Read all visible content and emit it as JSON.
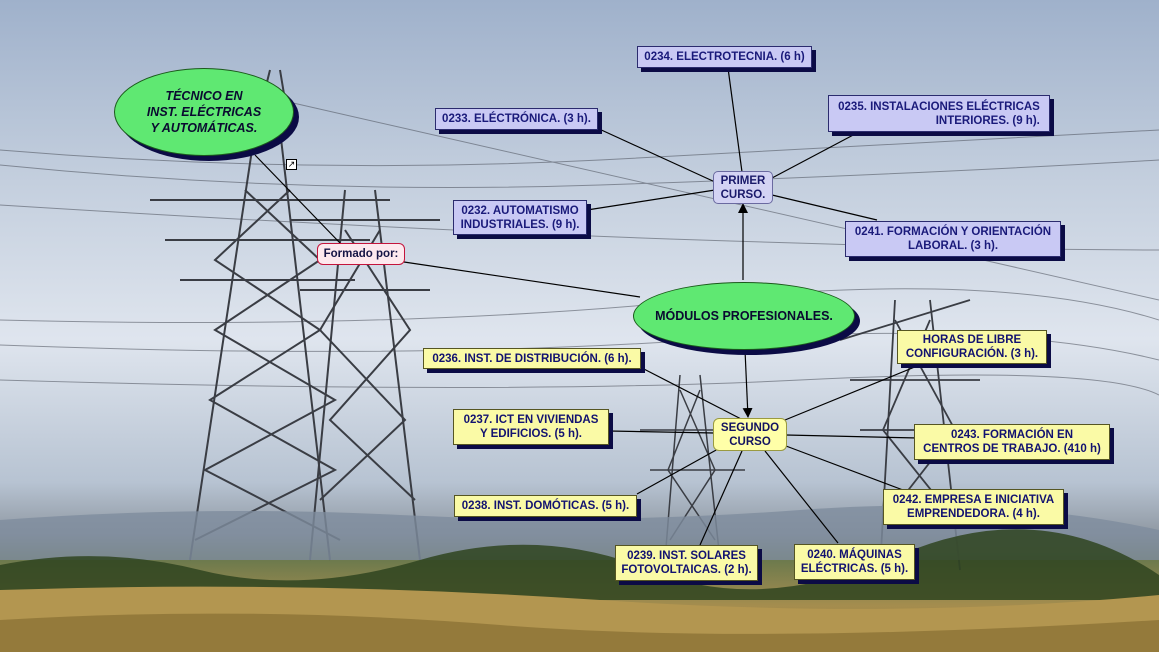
{
  "concept_map": {
    "main_topic": {
      "line1": "TÉCNICO EN",
      "line2": "INST. ELÉCTRICAS",
      "line3": "Y AUTOMÁTICAS."
    },
    "link_label": "Formado por:",
    "modulos": "MÓDULOS PROFESIONALES.",
    "primer": {
      "line1": "PRIMER",
      "line2": "CURSO."
    },
    "segundo": {
      "line1": "SEGUNDO",
      "line2": "CURSO"
    },
    "primer_items": [
      {
        "line1": "0234. ELECTROTECNIA. (6 h)"
      },
      {
        "line1": "0233. ELÉCTRÓNICA. (3 h)."
      },
      {
        "line1": "0235. INSTALACIONES ELÉCTRICAS",
        "line2": "INTERIORES. (9 h)."
      },
      {
        "line1": "0232. AUTOMATISMO",
        "line2": "INDUSTRIALES. (9 h)."
      },
      {
        "line1": "0241. FORMACIÓN Y ORIENTACIÓN",
        "line2": "LABORAL. (3 h)."
      }
    ],
    "segundo_items": [
      {
        "line1": "0236. INST. DE DISTRIBUCIÓN. (6 h)."
      },
      {
        "line1": "HORAS DE LIBRE",
        "line2": "CONFIGURACIÓN. (3 h)."
      },
      {
        "line1": "0237. ICT EN VIVIENDAS",
        "line2": "Y EDIFICIOS. (5 h)."
      },
      {
        "line1": "0243. FORMACIÓN EN",
        "line2": "CENTROS DE TRABAJO. (410 h)"
      },
      {
        "line1": "0238. INST. DOMÓTICAS. (5 h)."
      },
      {
        "line1": "0242. EMPRESA E INICIATIVA",
        "line2": "EMPRENDEDORA. (4 h)."
      },
      {
        "line1": "0239. INST. SOLARES",
        "line2": "FOTOVOLTAICAS. (2 h)."
      },
      {
        "line1": "0240. MÁQUINAS",
        "line2": "ELÉCTRICAS. (5 h)."
      }
    ]
  },
  "icons": {
    "link": "external-link-icon",
    "arrow": "arrowhead-icon"
  },
  "colors": {
    "blue_box": "#c9c9f4",
    "yellow_box": "#fafaa6",
    "ellipse": "#5fe872",
    "shadow": "#0b0b45",
    "formado_border": "#c4143c"
  }
}
